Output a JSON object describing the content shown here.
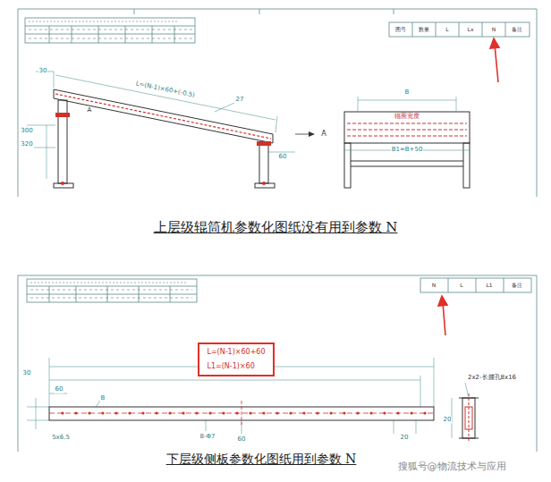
{
  "diagram": {
    "nodes": [
      {
        "text": [
          "L=(N-1)×60+60",
          "L1=(N-1)×60"
        ]
      }
    ],
    "labels": [
      "L=(N-1)×60+(-0.5)",
      "30",
      "300",
      "320",
      "A",
      "27",
      "60",
      "A",
      "B",
      "辊面宽度",
      "B1=B+50",
      "图号",
      "数量",
      "L",
      "Lx",
      "N",
      "备注",
      "上层级辊筒机参数化图纸没有用到参数 N",
      "30",
      "60",
      "B",
      "5x6.5",
      "8-Φ7",
      "60",
      "20",
      "2x2-长腰孔8x16",
      "20",
      "N",
      "L",
      "L1",
      "备注",
      "下层级侧板参数化图纸用到参数 N",
      "搜狐号@物流技术与应用"
    ]
  }
}
